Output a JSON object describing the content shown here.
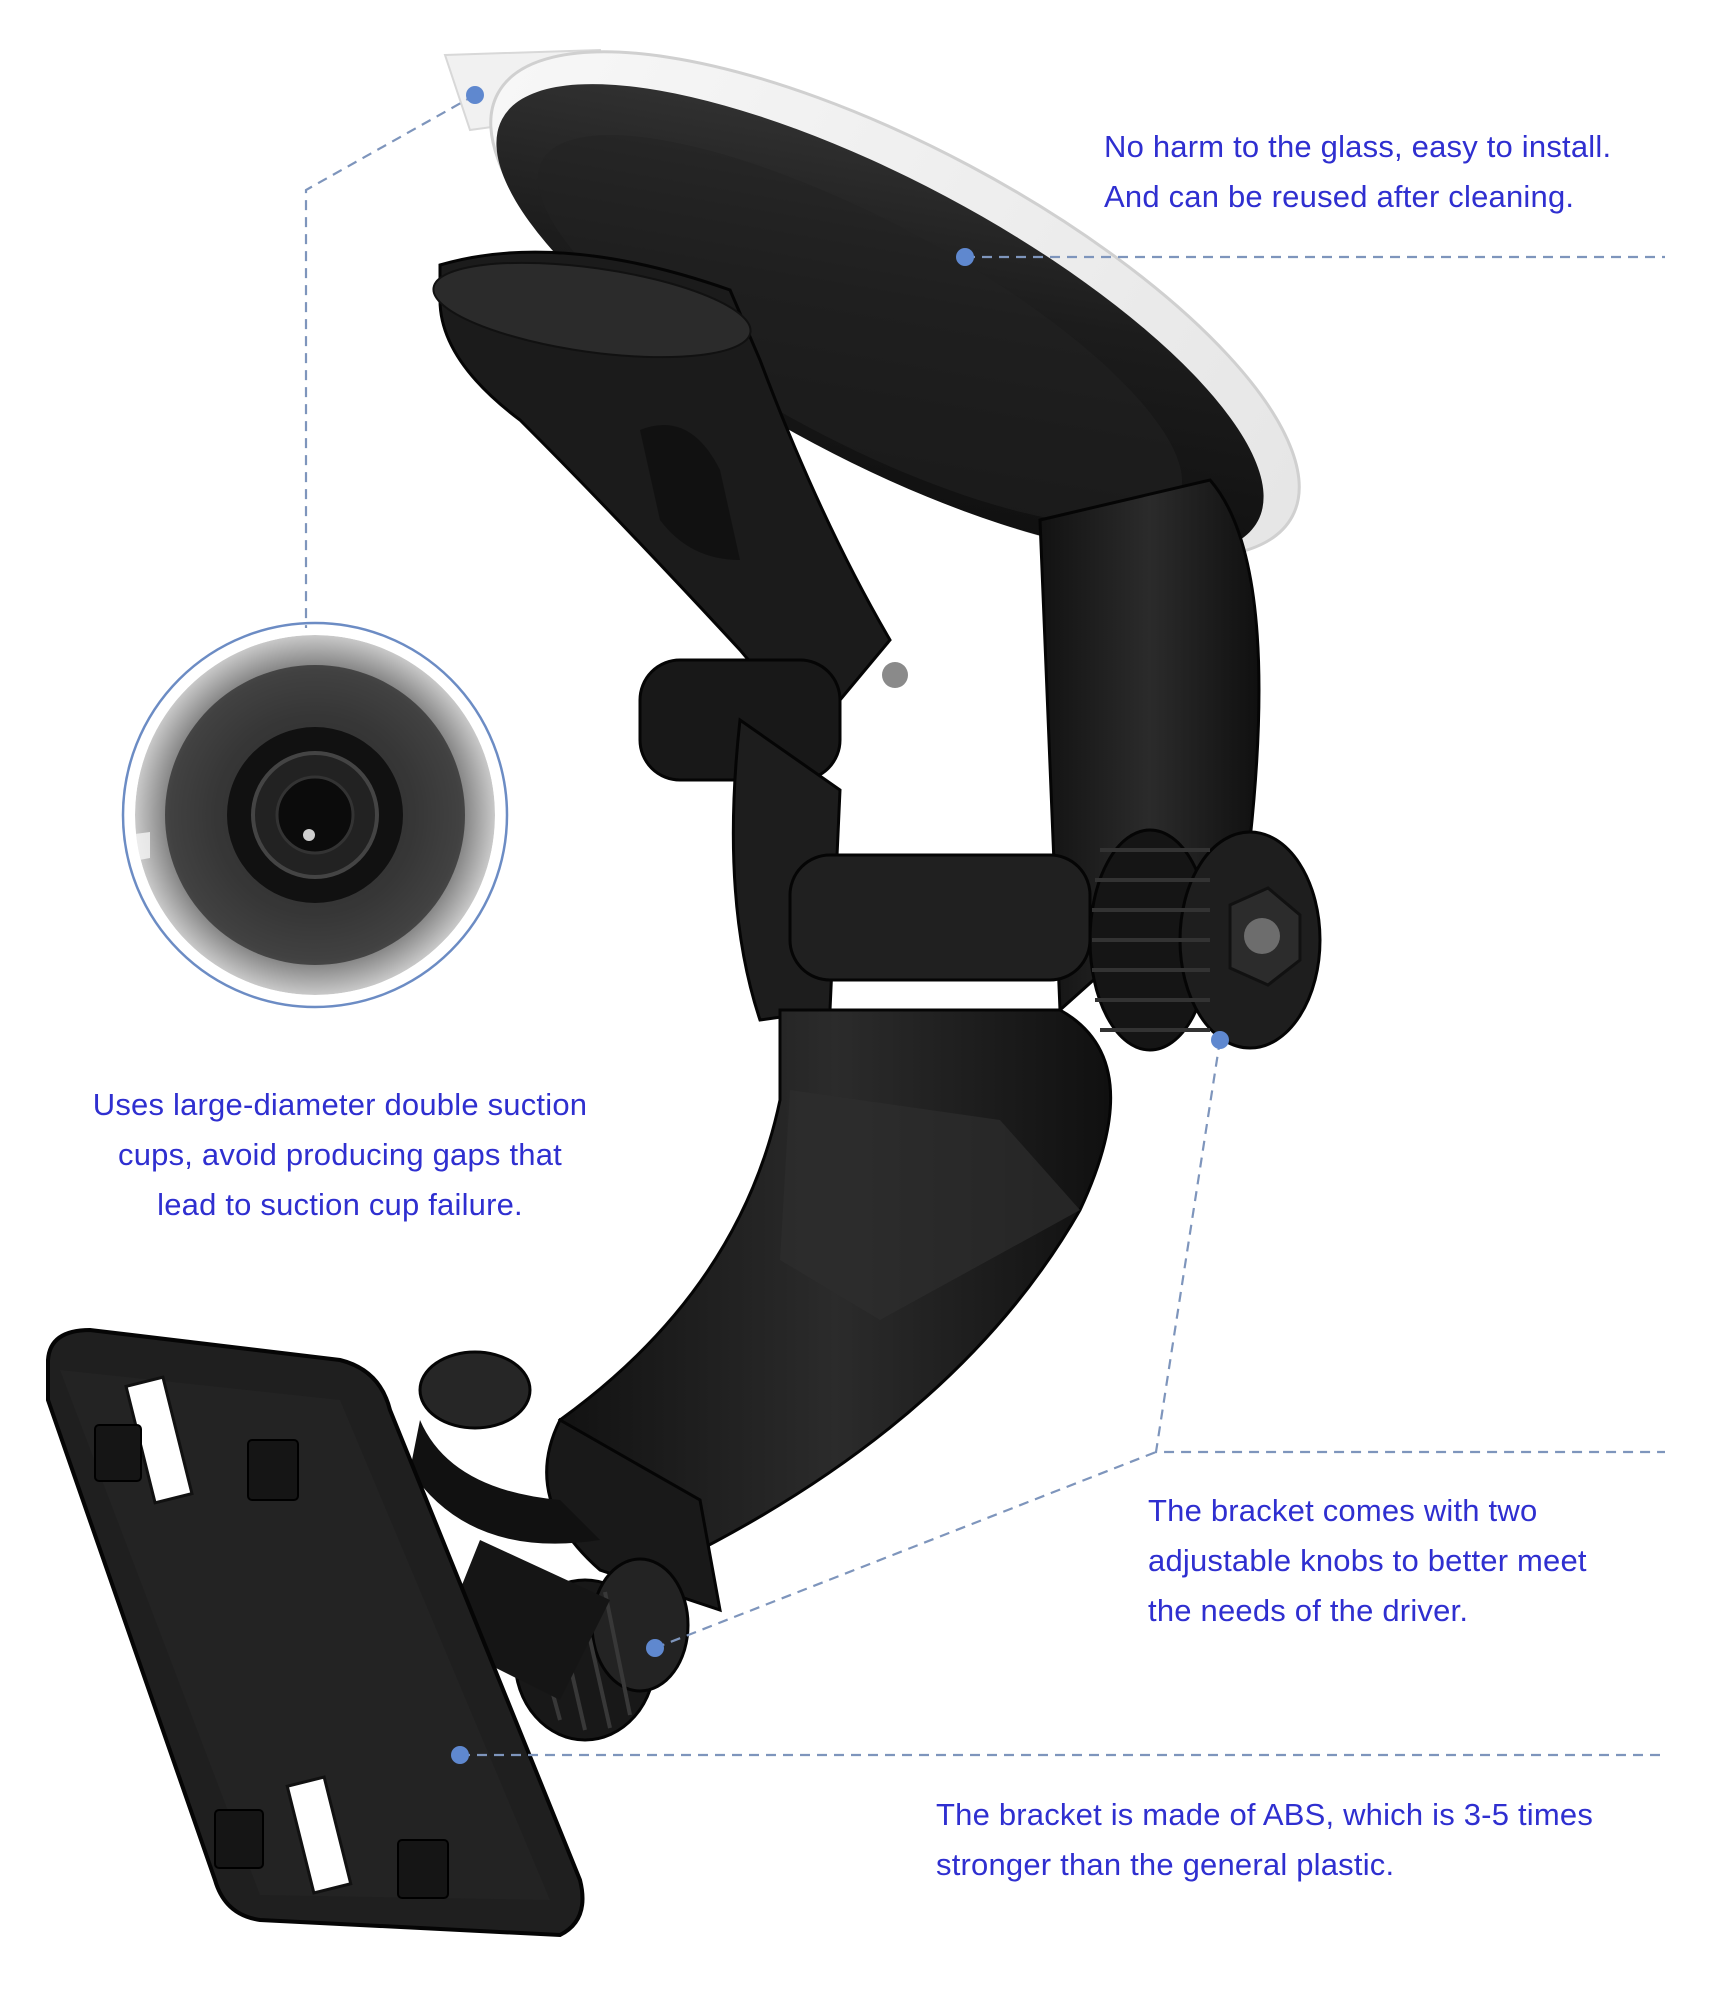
{
  "colors": {
    "accent": "#2f2fd0",
    "leader": "#7e95bc",
    "dot": "#5f88cf",
    "product": "#1a1a1a"
  },
  "callouts": {
    "suction_glass": {
      "lines": [
        "No harm to the glass, easy to install.",
        "And can be reused after cleaning."
      ]
    },
    "double_suction": {
      "lines": [
        "Uses large-diameter double suction",
        "cups, avoid producing gaps that",
        "lead to suction cup failure."
      ]
    },
    "adjustable_knobs": {
      "lines": [
        "The bracket comes with two",
        "adjustable knobs to better meet",
        "the needs of the driver."
      ]
    },
    "abs_material": {
      "lines": [
        "The bracket is made of ABS, which is 3-5 times",
        "stronger than the general plastic."
      ]
    }
  }
}
